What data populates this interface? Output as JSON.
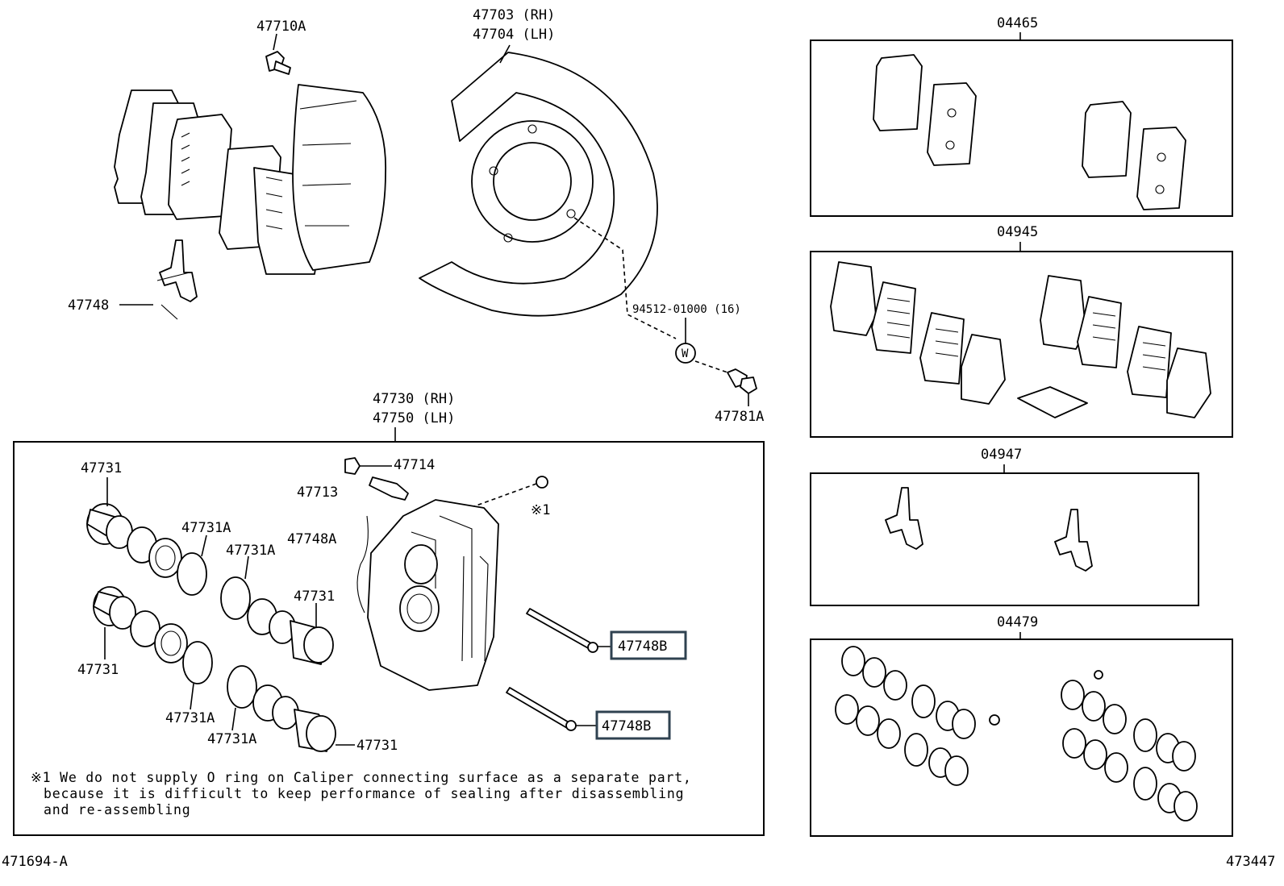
{
  "labels": {
    "bolt_47710A": "47710A",
    "shield_rh": "47703 (RH)",
    "shield_lh": "47704 (LH)",
    "kit_04465": "04465",
    "kit_04945": "04945",
    "kit_04947": "04947",
    "kit_04479": "04479",
    "clip_47748": "47748",
    "bolt_94512": "94512-01000 (16)",
    "washer_symbol": "W",
    "bolt_47781A": "47781A",
    "caliper_rh": "47730 (RH)",
    "caliper_lh": "47750 (LH)",
    "bleeder_cap": "47714",
    "bleeder_plug": "47713",
    "spring_47748A": "47748A",
    "oring_ref": "※1",
    "piston_a": "47731",
    "seal_a1": "47731A",
    "seal_a2": "47731A",
    "piston_b": "47731",
    "piston_c": "47731",
    "seal_c1": "47731A",
    "seal_c2": "47731A",
    "piston_d": "47731",
    "pin_1": "47748B",
    "pin_2": "47748B"
  },
  "note": {
    "line1": "※1 We do not supply O ring on Caliper connecting surface as a separate part,",
    "line2": "because it is difficult to keep performance of sealing after disassembling",
    "line3": "and re-assembling"
  },
  "footer": {
    "left_code": "471694-A",
    "right_code": "473447"
  },
  "colors": {
    "highlight_border": "#2f4250",
    "line": "#000000",
    "background": "#ffffff"
  }
}
